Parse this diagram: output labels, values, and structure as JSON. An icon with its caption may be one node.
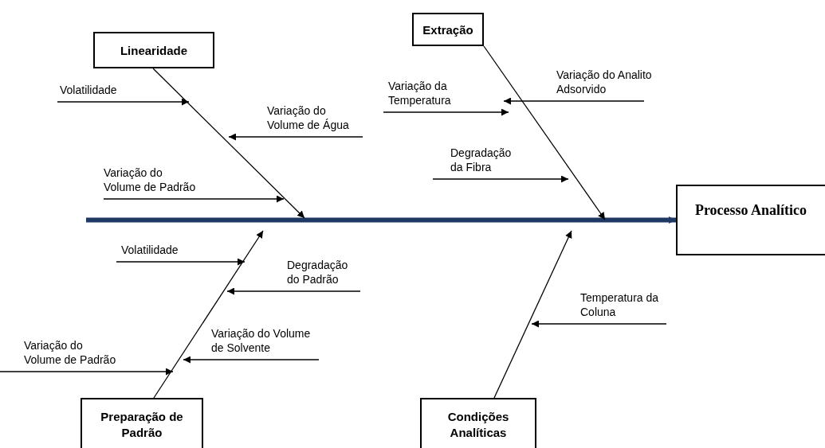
{
  "diagram": {
    "nodes": [
      {
        "text": [
          "Linearidade"
        ]
      },
      {
        "text": [
          "Extração"
        ]
      },
      {
        "text": [
          "Processo Analítico"
        ]
      },
      {
        "text": [
          "Preparação de Padrão"
        ]
      },
      {
        "text": [
          "Condições Analíticas"
        ]
      },
      {
        "text": [
          "Volatilidade"
        ]
      },
      {
        "text": [
          "Variação do Volume de Água"
        ]
      },
      {
        "text": [
          "Variação do Volume de Padrão"
        ]
      },
      {
        "text": [
          "Variação da Temperatura"
        ]
      },
      {
        "text": [
          "Variação do Analito Adsorvido"
        ]
      },
      {
        "text": [
          "Degradação da Fibra"
        ]
      },
      {
        "text": [
          "Volatilidade"
        ]
      },
      {
        "text": [
          "Degradação do Padrão"
        ]
      },
      {
        "text": [
          "Variação do Volume de Padrão"
        ]
      },
      {
        "text": [
          "Variação do Volume de Solvente"
        ]
      },
      {
        "text": [
          "Temperatura da Coluna"
        ]
      }
    ],
    "edges": [
      {
        "from": null,
        "to": 2,
        "arrow": "to",
        "style": "thick",
        "color": "#1f3864"
      },
      {
        "from": 0,
        "to": null,
        "arrow": "to"
      },
      {
        "from": 1,
        "to": null,
        "arrow": "to"
      },
      {
        "from": 3,
        "to": null,
        "arrow": "to"
      },
      {
        "from": 4,
        "to": null,
        "arrow": "to"
      },
      {
        "from": 5,
        "to": null,
        "arrow": "to"
      },
      {
        "from": 6,
        "to": null,
        "arrow": "to"
      },
      {
        "from": 7,
        "to": null,
        "arrow": "to"
      },
      {
        "from": 8,
        "to": null,
        "arrow": "to"
      },
      {
        "from": 9,
        "to": null,
        "arrow": "to"
      },
      {
        "from": 10,
        "to": null,
        "arrow": "to"
      },
      {
        "from": 11,
        "to": null,
        "arrow": "to"
      },
      {
        "from": 12,
        "to": null,
        "arrow": "to"
      },
      {
        "from": 13,
        "to": null,
        "arrow": "to"
      },
      {
        "from": 14,
        "to": null,
        "arrow": "to"
      },
      {
        "from": 15,
        "to": null,
        "arrow": "to"
      }
    ]
  }
}
